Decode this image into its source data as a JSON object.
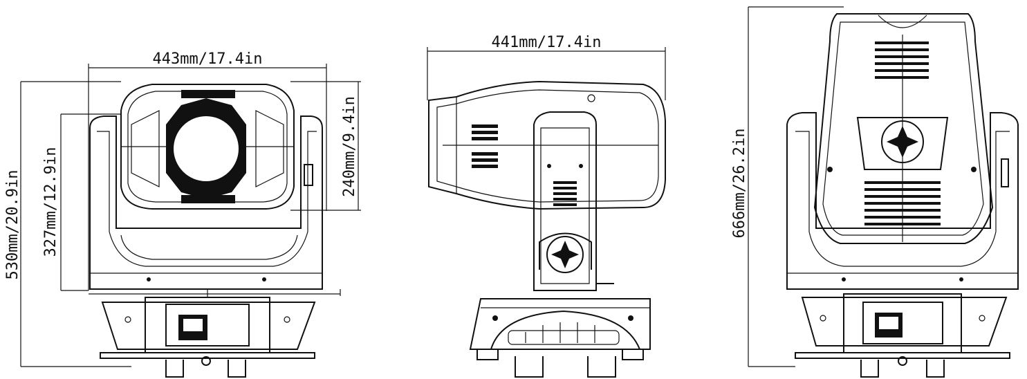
{
  "title_fragment": "",
  "colors": {
    "accent": "#1e90d8",
    "line": "#111111"
  },
  "views": {
    "front": {
      "dim_width": "443mm/17.4in",
      "dim_total_height": "530mm/20.9in",
      "dim_tilt_height": "327mm/12.9in",
      "dim_head_height": "240mm/9.4in"
    },
    "side": {
      "dim_length": "441mm/17.4in"
    },
    "rear": {
      "dim_height": "666mm/26.2in"
    }
  }
}
